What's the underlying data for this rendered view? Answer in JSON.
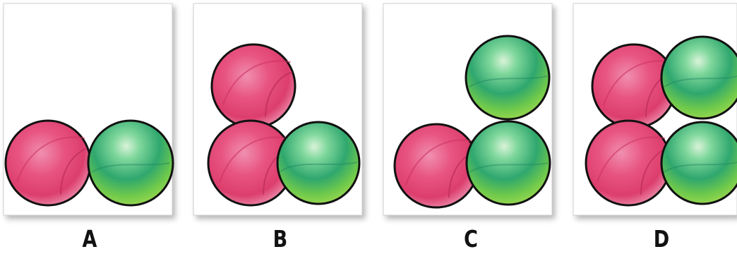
{
  "panels": [
    {
      "label": "A",
      "marbles": [
        "pink",
        "green"
      ]
    },
    {
      "label": "B",
      "marbles": [
        "pink",
        "pink",
        "green"
      ]
    },
    {
      "label": "C",
      "marbles": [
        "pink",
        "green",
        "green"
      ]
    },
    {
      "label": "D",
      "marbles": [
        "pink",
        "green",
        "pink",
        "green"
      ]
    }
  ],
  "colors": {
    "pink": "#e64b7a",
    "green": "#4cbf6e",
    "outline": "#111111",
    "card": "#ffffff",
    "card_border": "#c8c8c8"
  }
}
